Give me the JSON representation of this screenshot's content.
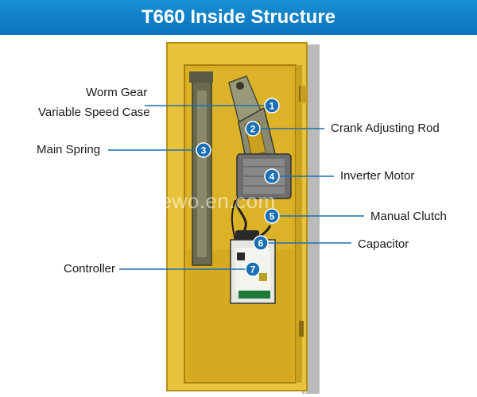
{
  "title": "T660 Inside Structure",
  "watermark": "sewo.en.com",
  "callouts": [
    {
      "num": "1",
      "label": "Worm Gear"
    },
    {
      "num": "1",
      "label": "Variable Speed Case"
    },
    {
      "num": "2",
      "label": "Crank Adjusting Rod"
    },
    {
      "num": "3",
      "label": "Main Spring"
    },
    {
      "num": "4",
      "label": "Inverter Motor"
    },
    {
      "num": "5",
      "label": "Manual Clutch"
    },
    {
      "num": "6",
      "label": "Capacitor"
    },
    {
      "num": "7",
      "label": "Controller"
    }
  ],
  "colors": {
    "header": "#0a73ba",
    "cabinet": "#e8c23a",
    "interior": "#d9ad1f",
    "badge": "#1a6fb5",
    "line": "#1a6fb5"
  }
}
